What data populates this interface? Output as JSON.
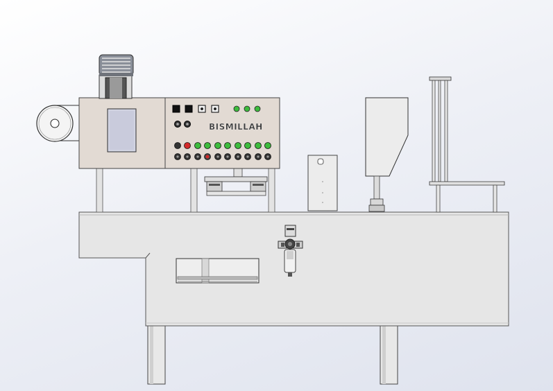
{
  "panel": {
    "brand_label": "BISMILLAH"
  },
  "colors": {
    "background_top": "#ffffff",
    "background_bottom": "#dfe3ee",
    "frame": "#e6e6e6",
    "control_box": "#e2dad3",
    "indicator_green": "#3dbb3d",
    "indicator_red": "#d22a2a",
    "screen": "#c9cbdc"
  },
  "indicators": {
    "top_row": [
      "black-square",
      "black-square",
      "white-square",
      "white-square",
      "green",
      "green",
      "green"
    ],
    "row_two": [
      "dark",
      "dark"
    ],
    "row_three": [
      "dark",
      "red",
      "green",
      "green",
      "green",
      "green",
      "green",
      "green",
      "green",
      "green"
    ],
    "row_four": [
      "dark",
      "dark",
      "dark",
      "red-star",
      "dark",
      "dark",
      "dark",
      "dark",
      "dark",
      "dark"
    ]
  }
}
